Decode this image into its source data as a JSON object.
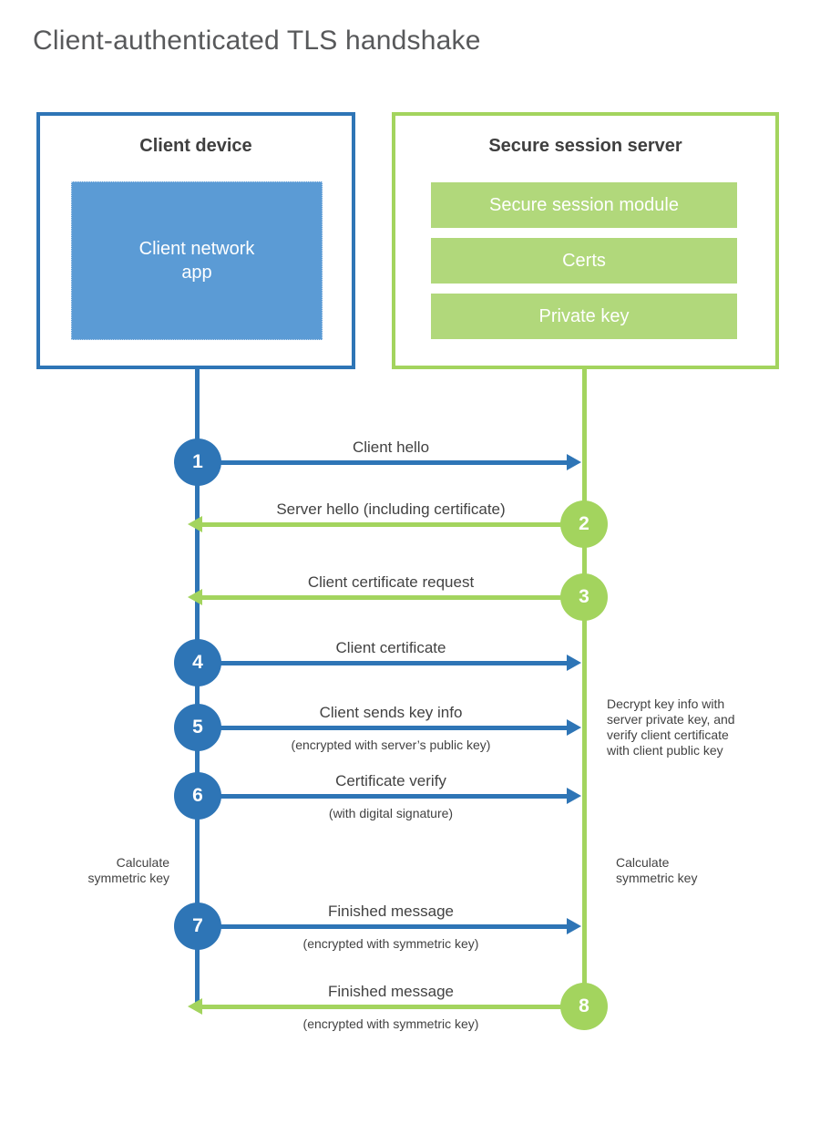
{
  "title": "Client-authenticated TLS handshake",
  "client": {
    "heading": "Client device",
    "app_label": "Client network app"
  },
  "server": {
    "heading": "Secure session server",
    "modules": [
      "Secure session module",
      "Certs",
      "Private key"
    ]
  },
  "steps": [
    {
      "num": "1",
      "label": "Client hello",
      "direction": "client-to-server"
    },
    {
      "num": "2",
      "label": "Server hello (including certificate)",
      "direction": "server-to-client"
    },
    {
      "num": "3",
      "label": "Client certificate request",
      "direction": "server-to-client"
    },
    {
      "num": "4",
      "label": "Client certificate",
      "direction": "client-to-server"
    },
    {
      "num": "5",
      "label": "Client sends key info",
      "sublabel": "(encrypted with server’s public key)",
      "direction": "client-to-server"
    },
    {
      "num": "6",
      "label": "Certificate verify",
      "sublabel": "(with digital signature)",
      "direction": "client-to-server"
    },
    {
      "num": "7",
      "label": "Finished message",
      "sublabel": "(encrypted with symmetric key)",
      "direction": "client-to-server"
    },
    {
      "num": "8",
      "label": "Finished message",
      "sublabel": "(encrypted with symmetric key)",
      "direction": "server-to-client"
    }
  ],
  "notes": {
    "decrypt_lines": [
      "Decrypt key info with",
      "server private key, and",
      "verify client certificate",
      "with client public key"
    ],
    "calc_left_lines": [
      "Calculate",
      "symmetric key"
    ],
    "calc_right_lines": [
      "Calculate",
      "symmetric key"
    ]
  },
  "colors": {
    "blue_strong": "#2e75b6",
    "blue_fill": "#5b9bd5",
    "green_strong": "#a3d45e",
    "green_fill": "#b1d87b",
    "heading_text": "#3f3f3f",
    "label_text": "#424242",
    "title_text": "#58595b"
  }
}
